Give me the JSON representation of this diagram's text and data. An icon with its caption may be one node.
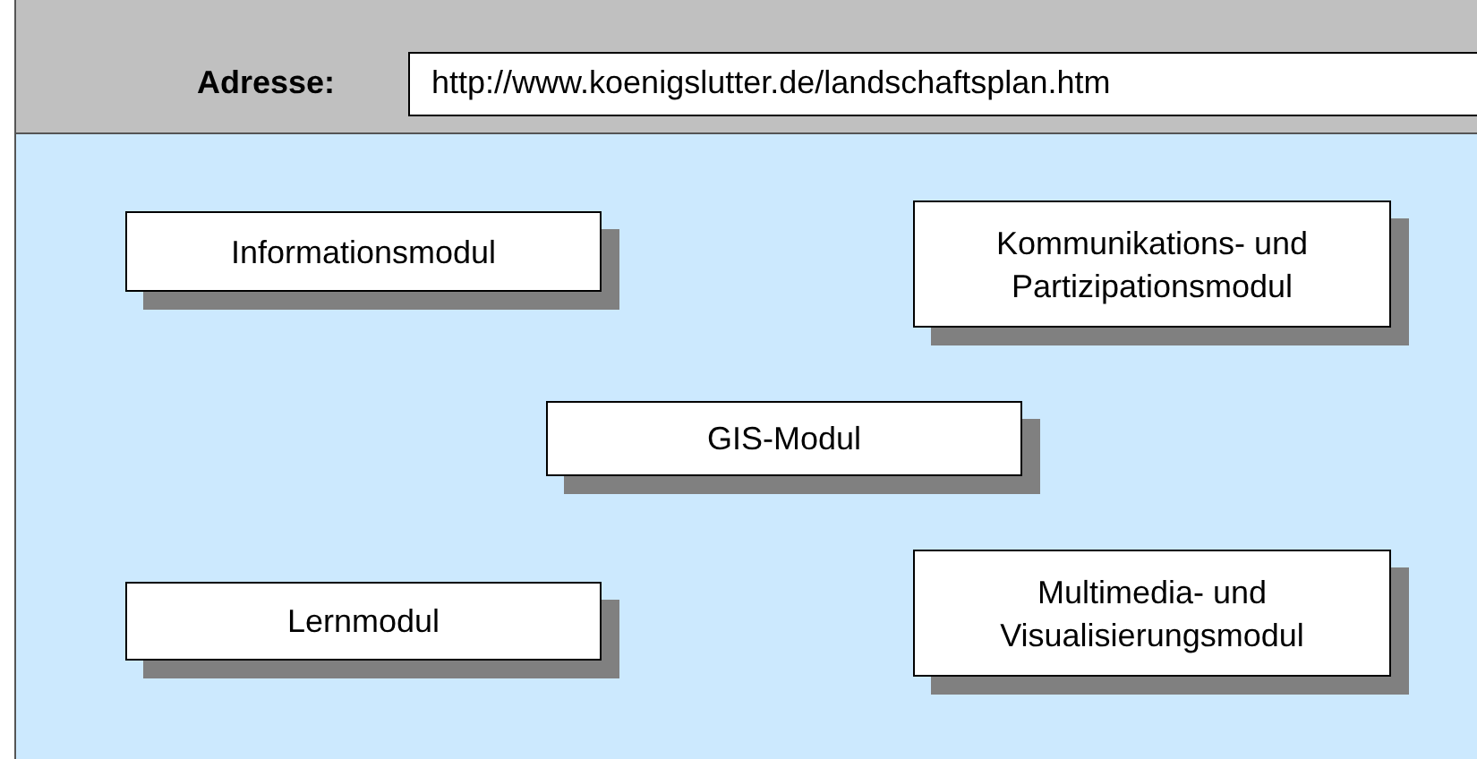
{
  "diagram": {
    "nodes": [
      {
        "text": [
          "Informationsmodul"
        ]
      },
      {
        "text": [
          "Kommunikations- und Partizipationsmodul"
        ]
      },
      {
        "text": [
          "GIS-Modul"
        ]
      },
      {
        "text": [
          "Lernmodul"
        ]
      },
      {
        "text": [
          "Multimedia- und Visualisierungsmodul"
        ]
      }
    ],
    "labels": [
      "Adresse:",
      "http://www.koenigslutter.de/landschaftsplan.htm"
    ]
  }
}
